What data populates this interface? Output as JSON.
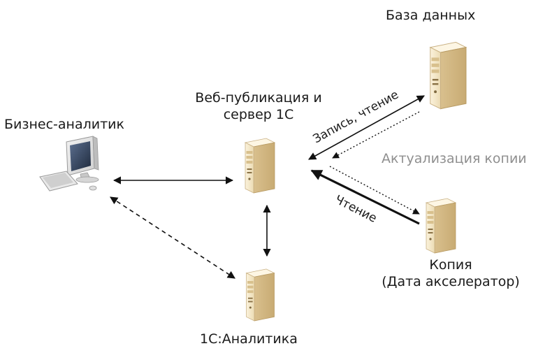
{
  "nodes": {
    "analyst": {
      "label": "Бизнес-аналитик",
      "icon": "desktop-computer-icon"
    },
    "web": {
      "label_line1": "Веб-публикация и",
      "label_line2": "сервер 1С",
      "icon": "server-icon"
    },
    "analytics": {
      "label": "1С:Аналитика",
      "icon": "server-icon"
    },
    "db": {
      "label": "База данных",
      "icon": "server-icon"
    },
    "replica": {
      "label_line1": "Копия",
      "label_line2": "(Дата акселератор)",
      "icon": "server-icon"
    }
  },
  "edges": {
    "write_read": "Запись, чтение",
    "sync": "Актуализация копии",
    "read": "Чтение"
  },
  "colors": {
    "server_body": "#f4e8cc",
    "server_side": "#e1cc9c",
    "server_top": "#fbf3df",
    "arrow": "#111111",
    "muted_text": "#8f8f8f"
  }
}
